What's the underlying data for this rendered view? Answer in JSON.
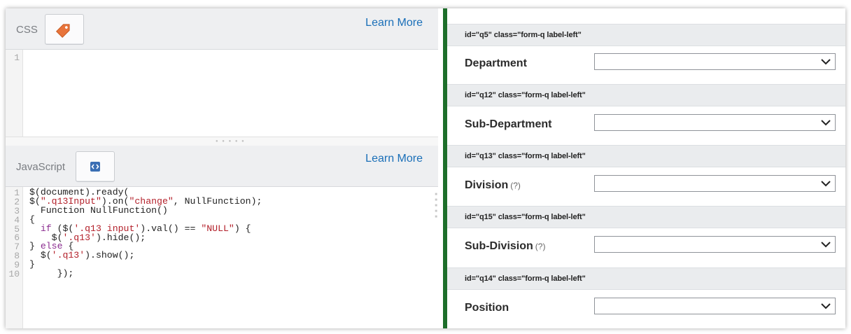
{
  "css_panel": {
    "label": "CSS",
    "button_icon": "tag-icon",
    "learn_more": "Learn More",
    "line_numbers": [
      "1"
    ]
  },
  "js_panel": {
    "label": "JavaScript",
    "button_icon": "code-brackets-icon",
    "learn_more": "Learn More",
    "line_numbers": [
      "1",
      "2",
      "3",
      "4",
      "5",
      "6",
      "7",
      "8",
      "9",
      "10"
    ],
    "code_lines": [
      "$(document).ready(",
      "$(\".q13Input\").on(\"change\", NullFunction);",
      "  Function NullFunction()",
      "{",
      "  if ($('.q13 input').val() == \"NULL\") {",
      "    $('.q13').hide();",
      "} else {",
      "  $('.q13').show();",
      "}",
      "     });"
    ]
  },
  "colors": {
    "divider": "#1d6e2a",
    "link": "#1a6fb8",
    "keyword": "#8a2b8f",
    "string": "#b3202a",
    "header_bg": "#eaecee"
  },
  "questions": [
    {
      "meta": "id=\"q5\" class=\"form-q label-left\"",
      "label": "Department",
      "help": "",
      "value": ""
    },
    {
      "meta": "id=\"q12\" class=\"form-q label-left\"",
      "label": "Sub-Department",
      "help": "",
      "value": ""
    },
    {
      "meta": "id=\"q13\" class=\"form-q label-left\"",
      "label": "Division",
      "help": "(?)",
      "value": ""
    },
    {
      "meta": "id=\"q15\" class=\"form-q label-left\"",
      "label": "Sub-Division",
      "help": "(?)",
      "value": ""
    },
    {
      "meta": "id=\"q14\" class=\"form-q label-left\"",
      "label": "Position",
      "help": "",
      "value": ""
    }
  ]
}
